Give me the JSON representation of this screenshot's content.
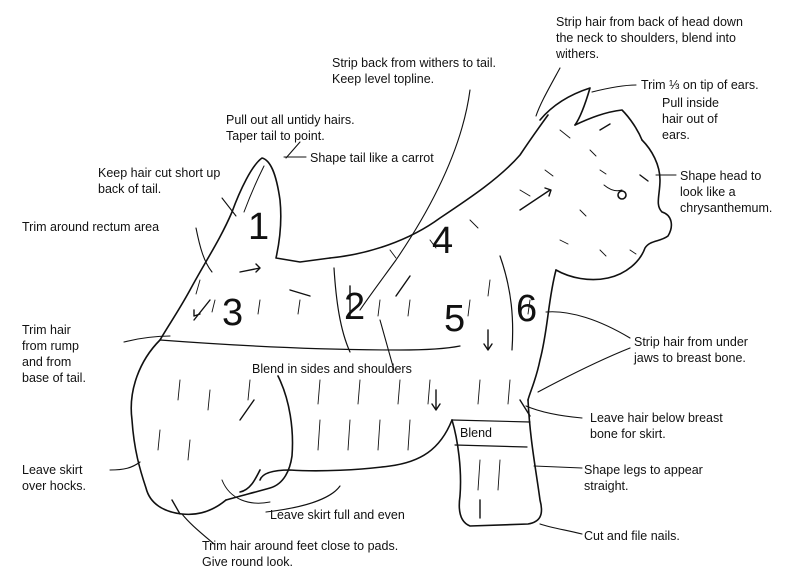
{
  "labels": {
    "strip_head": "Strip hair from back of head down\nthe neck to shoulders, blend into\nwithers.",
    "strip_back": "Strip back from withers to tail.\nKeep level topline.",
    "trim_ears": "Trim ⅓ on tip of ears.",
    "pull_ears": "Pull inside\nhair out of\nears.",
    "pull_untidy": "Pull out all untidy hairs.\nTaper tail to point.",
    "shape_tail": "Shape tail like a carrot",
    "keep_tail": "Keep hair cut short up\nback of tail.",
    "shape_head": "Shape head to\nlook like a\nchrysanthemum.",
    "trim_rectum": "Trim around rectum area",
    "trim_rump": "Trim hair\nfrom rump\nand from\nbase of tail.",
    "strip_jaws": "Strip hair from under\njaws to breast bone.",
    "blend_sides": "Blend in sides and shoulders",
    "leave_breast": "Leave hair below breast\nbone for skirt.",
    "blend": "Blend",
    "leave_skirt_hocks": "Leave skirt\nover hocks.",
    "shape_legs": "Shape legs to appear\nstraight.",
    "skirt_full": "Leave skirt full and even",
    "cut_nails": "Cut and file nails.",
    "trim_feet": "Trim hair around feet close to pads.\nGive round look."
  },
  "zones": [
    "1",
    "2",
    "3",
    "4",
    "5",
    "6"
  ]
}
